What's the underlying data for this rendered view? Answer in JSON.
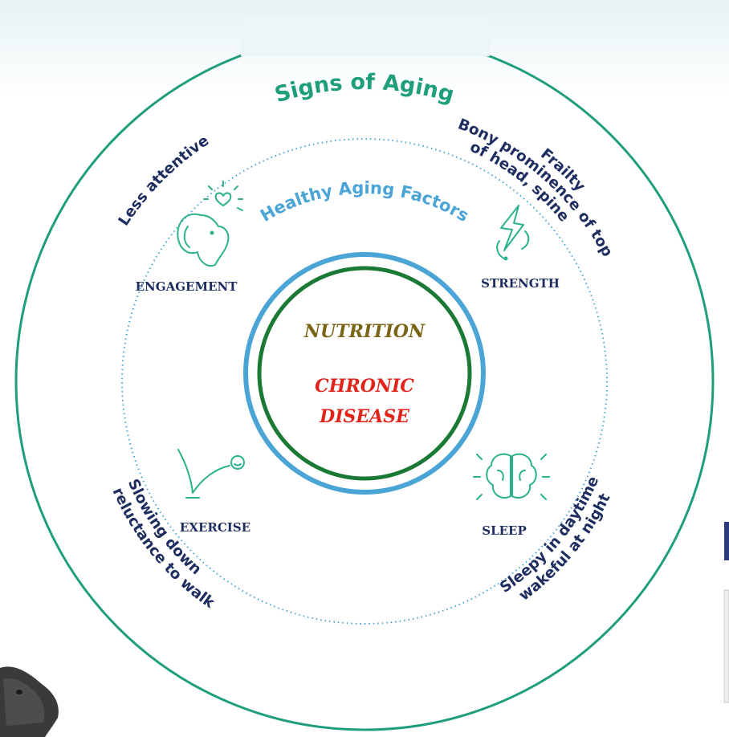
{
  "diagram": {
    "outer_title": "Signs of Aging",
    "inner_title": "Healthy Aging Factors",
    "center": {
      "line1": "NUTRITION",
      "line2a": "CHRONIC",
      "line2b": "DISEASE"
    },
    "factors": [
      {
        "label": "ENGAGEMENT",
        "icon": "dog-head-heart-icon"
      },
      {
        "label": "STRENGTH",
        "icon": "lightning-bolt-icon"
      },
      {
        "label": "EXERCISE",
        "icon": "bouncing-ball-icon"
      },
      {
        "label": "SLEEP",
        "icon": "brain-icon"
      }
    ],
    "signs": {
      "top_left": "Less attentive",
      "top_right_1": "Frailty",
      "top_right_2": "Bony prominence of top",
      "top_right_3": "of head, spine",
      "bottom_left_1": "Slowing down",
      "bottom_left_2": "reluctance to walk",
      "bottom_right_1": "Sleepy in daytime",
      "bottom_right_2": "wakeful at night"
    },
    "colors": {
      "outer_ring": "#1f9e7c",
      "blue_ring": "#4aa4d6",
      "green_ring": "#1a7a35",
      "sign_text": "#1e2e60",
      "nutrition": "#7a6418",
      "chronic_disease": "#e2231a",
      "icon": "#2bb28c"
    }
  }
}
